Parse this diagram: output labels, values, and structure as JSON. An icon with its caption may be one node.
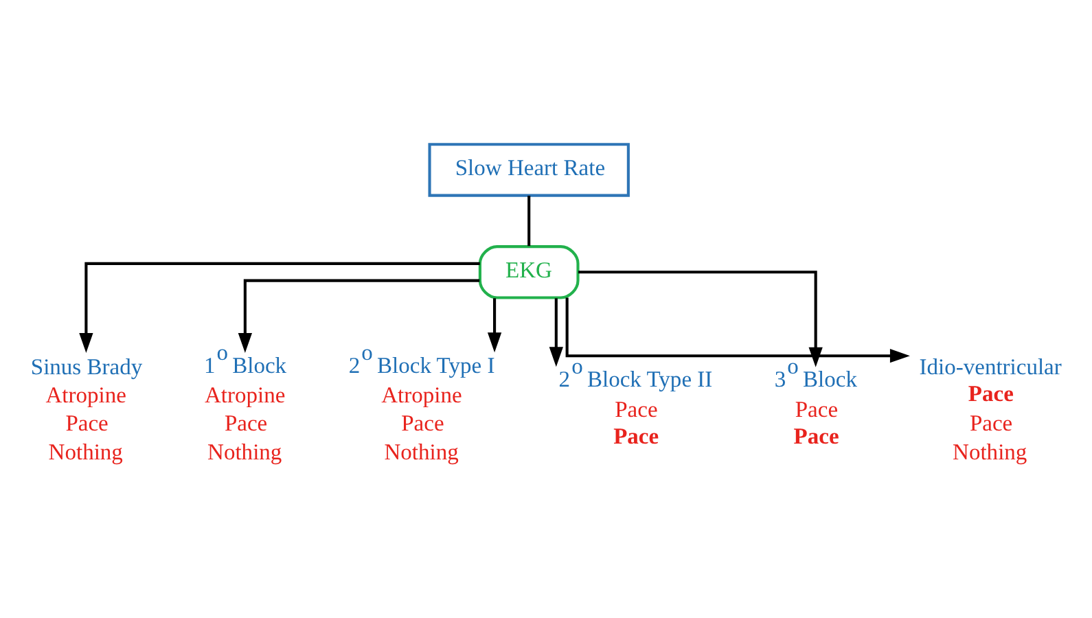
{
  "diagram": {
    "nodes": [
      {
        "text": [
          "Slow Heart Rate"
        ]
      },
      {
        "text": [
          "EKG"
        ]
      },
      {
        "text": [
          "Sinus Brady",
          "Atropine",
          "Pace",
          "Nothing"
        ]
      },
      {
        "text": [
          "1$^{o}$ Block",
          "Atropine",
          "Pace",
          "Nothing"
        ]
      },
      {
        "text": [
          "2$^{o}$ Block Type I",
          "Atropine",
          "Pace",
          "Nothing"
        ]
      },
      {
        "text": [
          "2$^{o}$ Block Type II",
          "Pace",
          "**Pace**"
        ]
      },
      {
        "text": [
          "3$^{o}$ Block",
          "Pace",
          "**Pace**"
        ]
      },
      {
        "text": [
          "Idio-ventricular",
          "**Pace**",
          "Pace",
          "Nothing"
        ]
      }
    ],
    "edges": [
      {
        "from": 0,
        "to": 1,
        "arrow": "none"
      },
      {
        "from": 1,
        "to": 2,
        "arrow": "to"
      },
      {
        "from": 1,
        "to": 3,
        "arrow": "to"
      },
      {
        "from": 1,
        "to": 4,
        "arrow": "to"
      },
      {
        "from": 1,
        "to": 5,
        "arrow": "to"
      },
      {
        "from": 1,
        "to": 6,
        "arrow": "to"
      },
      {
        "from": 1,
        "to": 7,
        "arrow": "to"
      }
    ]
  }
}
